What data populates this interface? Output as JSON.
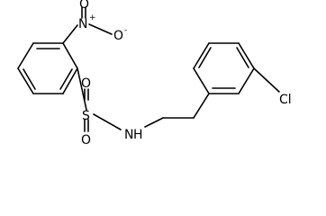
{
  "molecule": {
    "atoms": {
      "n_nitro": "N",
      "n_nitro_charge": "+",
      "o_nitro_double": "O",
      "o_nitro_single": "O",
      "o_nitro_charge": "-",
      "s_sulfonyl": "S",
      "o_sulfonyl_top": "O",
      "o_sulfonyl_bottom": "O",
      "nh": "N",
      "h_on_n": "H",
      "cl": "Cl"
    }
  }
}
